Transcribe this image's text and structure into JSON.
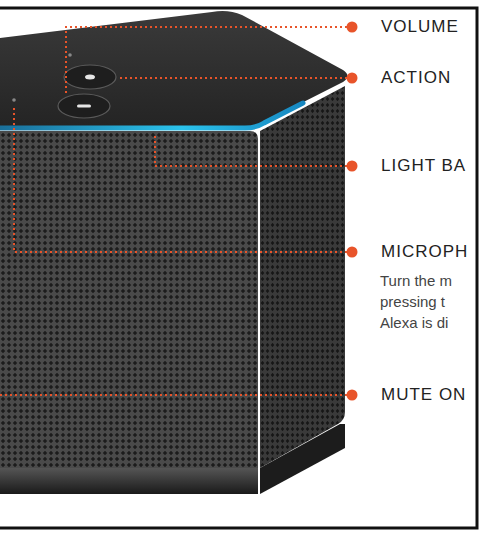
{
  "diagram": {
    "labels": [
      "VOLUME",
      "ACTION",
      "LIGHT BA",
      "MICROPH",
      "Turn the m pressing t Alexa is di",
      "MUTE ON"
    ]
  }
}
